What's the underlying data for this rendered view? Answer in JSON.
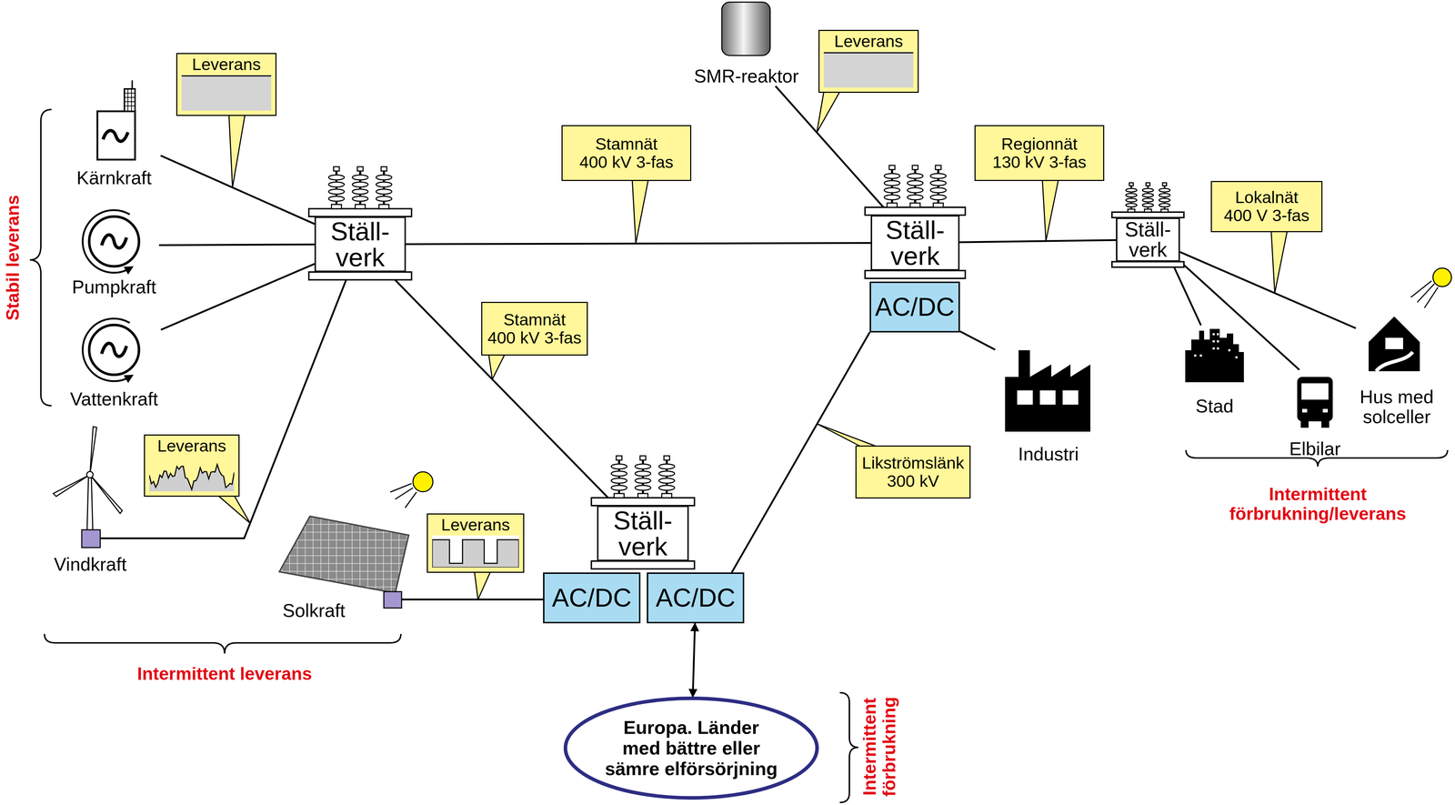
{
  "diagram": {
    "nodes": [
      {
        "text": [
          "Leverans"
        ]
      },
      {
        "text": [
          "Kärnkraft"
        ]
      },
      {
        "text": [
          "Ställ- verk"
        ]
      },
      {
        "text": [
          "Stamnät 400 kV 3-fas"
        ]
      },
      {
        "text": [
          "SMR-reaktor"
        ]
      },
      {
        "text": [
          "Leverans"
        ]
      },
      {
        "text": [
          "Regionnät 130 kV 3-fas"
        ]
      },
      {
        "text": [
          "Ställ- verk"
        ]
      },
      {
        "text": [
          "AC/DC"
        ]
      },
      {
        "text": [
          "Ställ- verk"
        ]
      },
      {
        "text": [
          "Lokalnät 400 V 3-fas"
        ]
      },
      {
        "text": [
          "Pumpkraft"
        ]
      },
      {
        "text": [
          "Vattenkraft"
        ]
      },
      {
        "text": [
          "Stamnät 400 kV 3-fas"
        ]
      },
      {
        "text": [
          "Industri"
        ]
      },
      {
        "text": [
          "Stad"
        ]
      },
      {
        "text": [
          "Hus med solceller"
        ]
      },
      {
        "text": [
          "Elbilar"
        ]
      },
      {
        "text": [
          "Leverans"
        ]
      },
      {
        "text": [
          "Likströmslänk 300 kV"
        ]
      },
      {
        "text": [
          "Vindkraft"
        ]
      },
      {
        "text": [
          "Leverans"
        ]
      },
      {
        "text": [
          "Ställ- verk"
        ]
      },
      {
        "text": [
          "Solkraft"
        ]
      },
      {
        "text": [
          "AC/DC"
        ]
      },
      {
        "text": [
          "AC/DC"
        ]
      },
      {
        "text": [
          "Europa. Länder med bättre eller sämre elförsörjning"
        ]
      }
    ],
    "edges": [
      {
        "from": 1,
        "to": 2,
        "arrow": "none"
      },
      {
        "from": 11,
        "to": 2,
        "arrow": "none"
      },
      {
        "from": 12,
        "to": 2,
        "arrow": "none"
      },
      {
        "from": 20,
        "to": 2,
        "arrow": "none"
      },
      {
        "from": 2,
        "to": 7,
        "arrow": "none"
      },
      {
        "from": 2,
        "to": 22,
        "arrow": "none"
      },
      {
        "from": 4,
        "to": 7,
        "arrow": "none"
      },
      {
        "from": 7,
        "to": 9,
        "arrow": "none"
      },
      {
        "from": 9,
        "to": 15,
        "arrow": "none"
      },
      {
        "from": 9,
        "to": 17,
        "arrow": "none"
      },
      {
        "from": 9,
        "to": 16,
        "arrow": "none"
      },
      {
        "from": 8,
        "to": 14,
        "arrow": "none"
      },
      {
        "from": 23,
        "to": 24,
        "arrow": "none"
      },
      {
        "from": 25,
        "to": 8,
        "arrow": "none"
      },
      {
        "from": 25,
        "to": 26,
        "arrow": "both"
      }
    ],
    "labels": [
      "Stabil leverans",
      "Intermittent leverans",
      "Intermittent förbrukning/leverans",
      "Intermittent förbrukning"
    ]
  }
}
